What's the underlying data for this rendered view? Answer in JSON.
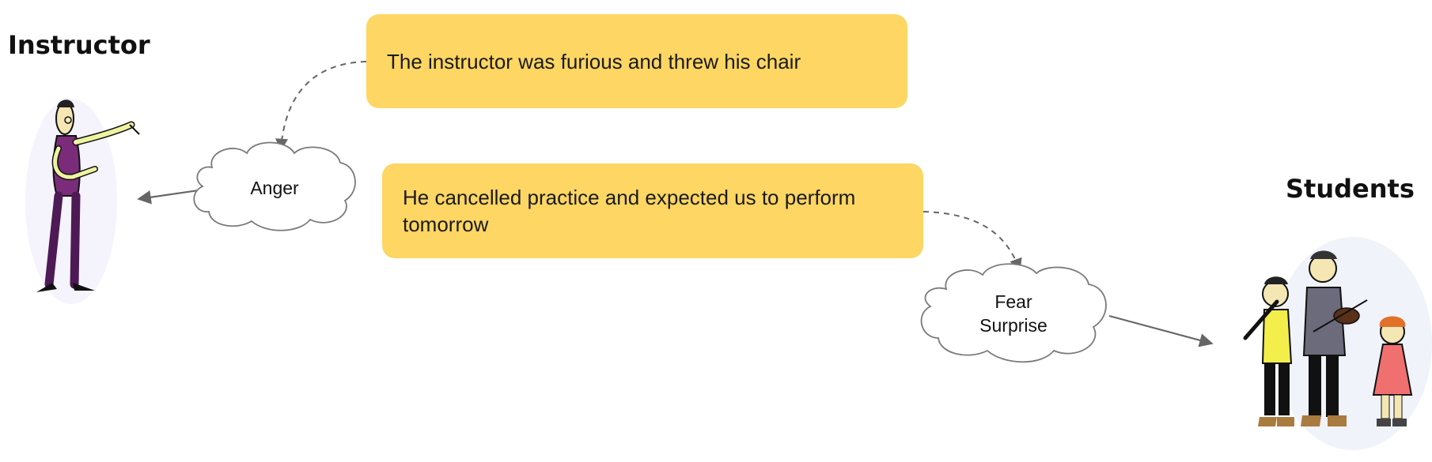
{
  "headings": {
    "instructor": "Instructor",
    "students": "Students"
  },
  "notes": [
    {
      "text": "The instructor was furious and threw his chair"
    },
    {
      "text": "He cancelled practice and expected us to perform tomorrow"
    }
  ],
  "clouds": {
    "anger": {
      "lines": [
        "Anger"
      ]
    },
    "fear_surprise": {
      "lines": [
        "Fear",
        "Surprise"
      ]
    }
  },
  "colors": {
    "note_fill": "#fdd663",
    "connector": "#666666",
    "cloud_stroke": "#7a7a7a"
  }
}
